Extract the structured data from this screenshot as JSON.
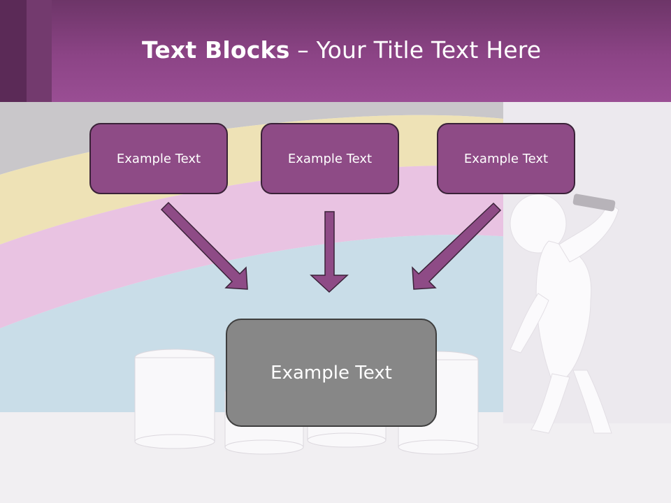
{
  "title": {
    "bold": "Text Blocks",
    "dash": " – ",
    "rest": "Your Title Text Here"
  },
  "blocks": [
    {
      "label": "Example Text"
    },
    {
      "label": "Example Text"
    },
    {
      "label": "Example Text"
    }
  ],
  "center_block": {
    "label": "Example Text"
  },
  "colors": {
    "header": "#8c4486",
    "block_fill": "#8e4b86",
    "center_fill": "#878787",
    "arrow_fill": "#8e4b86"
  }
}
